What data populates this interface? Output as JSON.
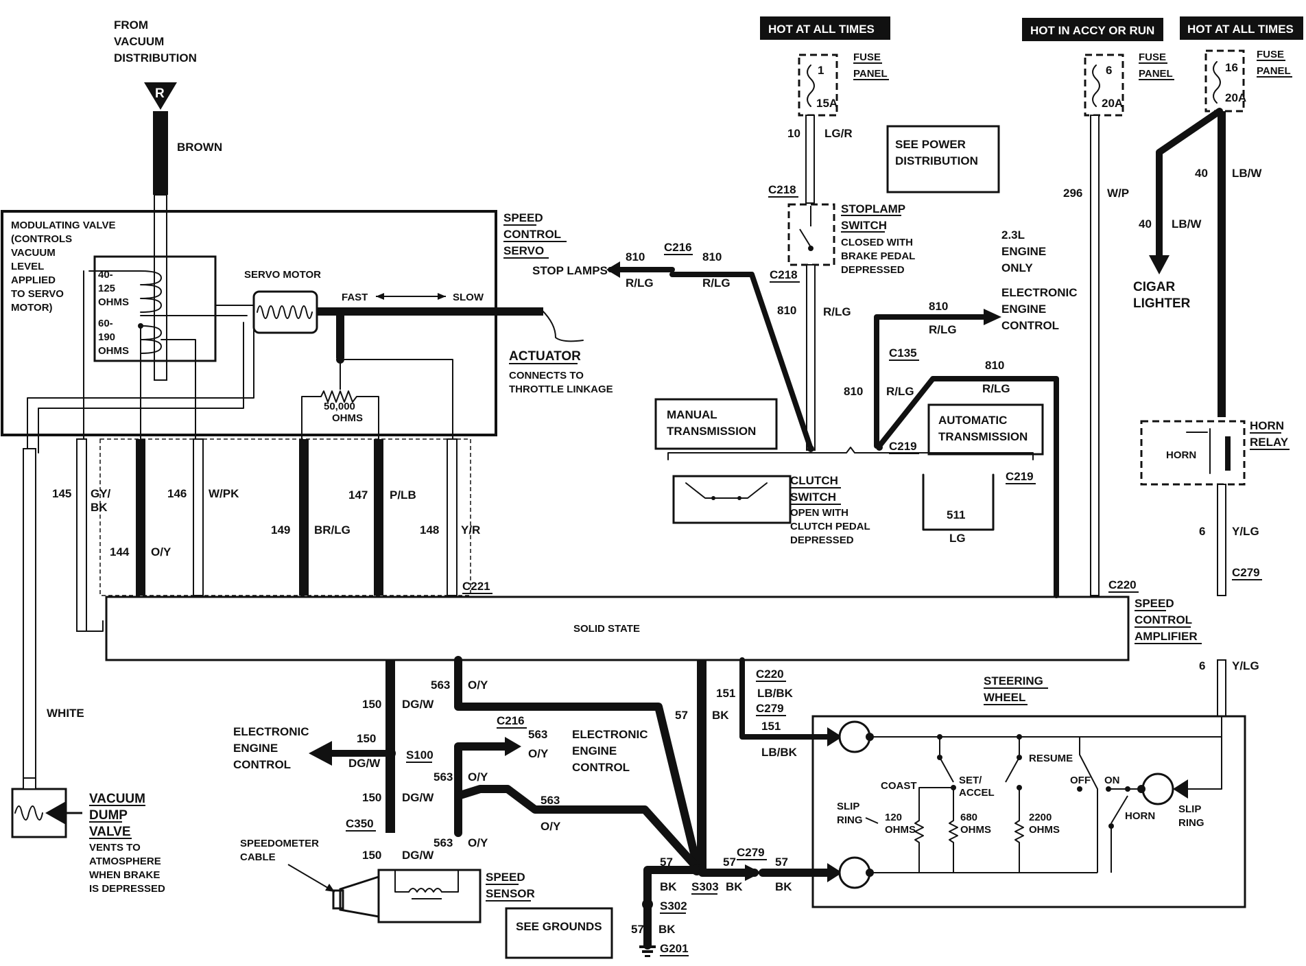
{
  "vacuum": {
    "from_line1": "FROM",
    "from_line2": "VACUUM",
    "from_line3": "DISTRIBUTION",
    "r_marker": "R",
    "brown": "BROWN",
    "white": "WHITE"
  },
  "servo": {
    "title_line1": "SPEED",
    "title_line2": "CONTROL",
    "title_line3": "SERVO",
    "modulating_lines": [
      "MODULATING VALVE",
      "(CONTROLS",
      "VACUUM",
      "LEVEL",
      "APPLIED",
      "TO SERVO",
      "MOTOR)"
    ],
    "coil1_lines": [
      "40-",
      "125",
      "OHMS"
    ],
    "coil2_lines": [
      "60-",
      "190",
      "OHMS"
    ],
    "servo_motor": "SERVO MOTOR",
    "fast": "FAST",
    "slow": "SLOW",
    "pot_value_line1": "50,000",
    "pot_value_line2": "OHMS",
    "actuator": "ACTUATOR",
    "actuator_desc_line1": "CONNECTS TO",
    "actuator_desc_line2": "THROTTLE LINKAGE"
  },
  "servo_wires": {
    "w145": "145",
    "c145": "GY/",
    "c145b": "BK",
    "w144": "144",
    "c144": "O/Y",
    "w146": "146",
    "c146": "W/PK",
    "w149": "149",
    "c149": "BR/LG",
    "w147": "147",
    "c147": "P/LB",
    "w148": "148",
    "c148": "Y/R",
    "c221": "C221"
  },
  "power": {
    "hot1": "HOT AT ALL TIMES",
    "hot2": "HOT IN ACCY OR RUN",
    "hot3": "HOT AT ALL TIMES",
    "fuse1_num": "1",
    "fuse1_amp": "15A",
    "fuse2_num": "6",
    "fuse2_amp": "20A",
    "fuse3_num": "16",
    "fuse3_amp": "20A",
    "fuse_label1": "FUSE",
    "fuse_label2": "PANEL",
    "see_power_line1": "SEE POWER",
    "see_power_line2": "DISTRIBUTION",
    "w10": "10",
    "c10": "LG/R",
    "w296": "296",
    "c296": "W/P",
    "w40": "40",
    "c40": "LB/W",
    "cigar_line1": "CIGAR",
    "cigar_line2": "LIGHTER"
  },
  "brake": {
    "c218": "C218",
    "stoplamp_line1": "STOPLAMP",
    "stoplamp_line2": "SWITCH",
    "closed_lines": [
      "CLOSED WITH",
      "BRAKE PEDAL",
      "DEPRESSED"
    ],
    "stop_lamps": "STOP LAMPS",
    "w810": "810",
    "c810": "R/LG",
    "c216": "C216",
    "engine_lines": [
      "2.3L",
      "ENGINE",
      "ONLY"
    ],
    "eec_lines": [
      "ELECTRONIC",
      "ENGINE",
      "CONTROL"
    ],
    "c135": "C135",
    "c219": "C219",
    "manual_line1": "MANUAL",
    "manual_line2": "TRANSMISSION",
    "auto_line1": "AUTOMATIC",
    "auto_line2": "TRANSMISSION",
    "clutch_line1": "CLUTCH",
    "clutch_line2": "SWITCH",
    "clutch_desc": [
      "OPEN WITH",
      "CLUTCH PEDAL",
      "DEPRESSED"
    ],
    "w511": "511",
    "c511": "LG"
  },
  "amplifier": {
    "body": "SOLID STATE",
    "title_line1": "SPEED",
    "title_line2": "CONTROL",
    "title_line3": "AMPLIFIER",
    "c220": "C220"
  },
  "horn": {
    "relay_line1": "HORN",
    "relay_line2": "RELAY",
    "inner": "HORN",
    "w6": "6",
    "c6": "Y/LG",
    "c279": "C279"
  },
  "lower": {
    "w150": "150",
    "c150": "DG/W",
    "w563": "563",
    "c563": "O/Y",
    "w57": "57",
    "c57": "BK",
    "w151": "151",
    "c151": "LB/BK",
    "c220": "C220",
    "c279": "C279",
    "s100": "S100",
    "c216": "C216",
    "c350": "C350",
    "s303": "S303",
    "s302": "S302",
    "g201": "G201",
    "eec_lines": [
      "ELECTRONIC",
      "ENGINE",
      "CONTROL"
    ],
    "speedo_line1": "SPEEDOMETER",
    "speedo_line2": "CABLE",
    "sensor_line1": "SPEED",
    "sensor_line2": "SENSOR",
    "see_grounds": "SEE GROUNDS"
  },
  "dump": {
    "title_lines": [
      "VACUUM",
      "DUMP",
      "VALVE"
    ],
    "desc_lines": [
      "VENTS TO",
      "ATMOSPHERE",
      "WHEN BRAKE",
      "IS DEPRESSED"
    ]
  },
  "steering": {
    "title_line1": "STEERING",
    "title_line2": "WHEEL",
    "slip_left_line1": "SLIP",
    "slip_left_line2": "RING",
    "slip_right_line1": "SLIP",
    "slip_right_line2": "RING",
    "coast": "COAST",
    "set_line1": "SET/",
    "set_line2": "ACCEL",
    "resume": "RESUME",
    "off": "OFF",
    "on": "ON",
    "horn": "HORN",
    "r120_line1": "120",
    "r120_line2": "OHMS",
    "r680_line1": "680",
    "r680_line2": "OHMS",
    "r2200_line1": "2200",
    "r2200_line2": "OHMS"
  }
}
